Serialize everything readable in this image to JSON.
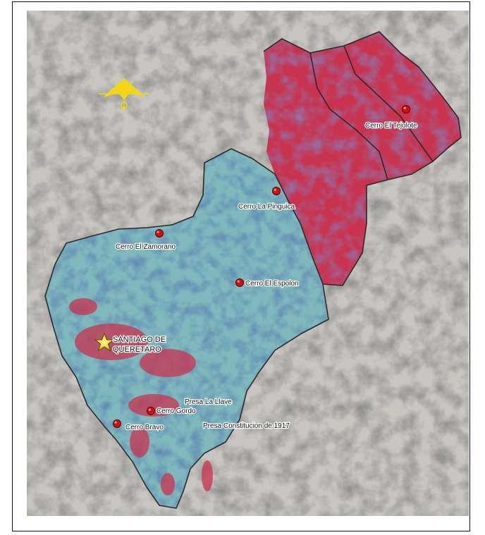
{
  "map": {
    "colors": {
      "background": "#c9c6c2",
      "northern_region": "#c8334f",
      "central_region": "#7fb8bd",
      "boundary": "#2a2a2a",
      "marker": "#cc1111",
      "city_star": "#f2e21a",
      "north_arrow": "#f0d818"
    },
    "icons": {
      "north_arrow": "north-arrow-icon",
      "point_marker": "red-dot-marker-icon",
      "capital_marker": "star-icon"
    },
    "places": {
      "cerro_el_tejolote": "Cerro El Tejolote",
      "cerro_la_pinguica": "Cerro La Pinguica",
      "cerro_el_zamorano": "Cerro El Zamorano",
      "cerro_el_espolon": "Cerro El Espolon",
      "santiago_line1": "SANTIAGO DE",
      "santiago_line2": "QUERETARO",
      "presa_la_llave": "Presa La Llave",
      "cerro_gordo": "Cerro Gordo",
      "cerro_bravo": "Cerro Bravo",
      "presa_constitucion": "Presa Constitucion de 1917"
    }
  }
}
